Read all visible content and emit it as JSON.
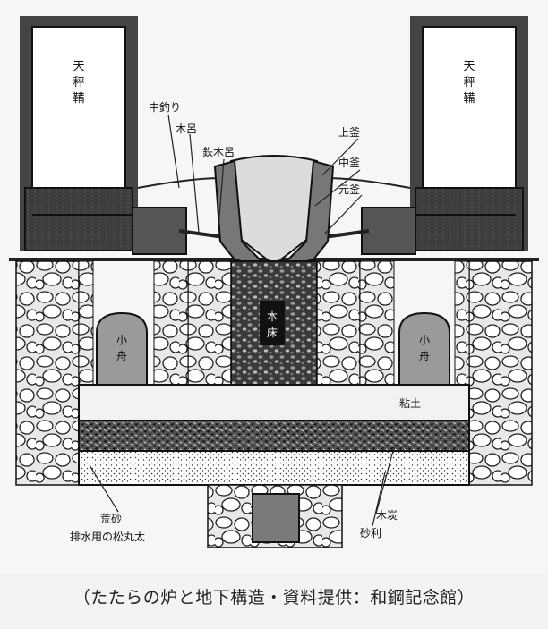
{
  "diagram": {
    "labels": {
      "tenbin_left": "天秤鞴",
      "tenbin_right": "天秤鞴",
      "nakatsuri": "中釣り",
      "kiyori": "木呂",
      "tekkiro": "鉄木呂",
      "kamigama": "上釜",
      "nakagama": "中釜",
      "motogama": "元釜",
      "kobune_left": "小舟",
      "kobune_right": "小舟",
      "hondoko": "本床",
      "nendo": "粘土",
      "arasuna": "荒砂",
      "haisui": "排水用の松丸太",
      "mokutan": "木炭",
      "jari": "砂利"
    }
  },
  "caption": "（たたらの炉と地下構造・資料提供：和鋼記念館）"
}
